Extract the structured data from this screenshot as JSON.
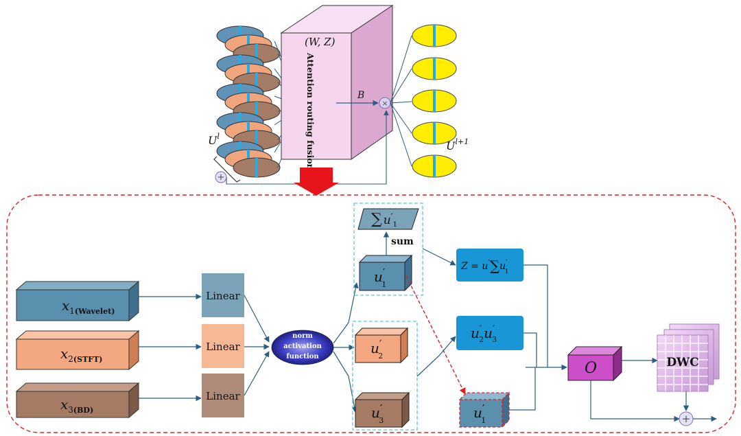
{
  "colors": {
    "capsule_blue": "#5f93b7",
    "capsule_orange": "#f0a57d",
    "capsule_brown": "#a47b64",
    "capsule_stripe": "#27a9e1",
    "output_yellow": "#ffee00",
    "attention_box": "#f5d6ee",
    "block_blue": "#5a8fae",
    "block_orange": "#f4a882",
    "block_brown": "#a57b63",
    "linear_blue": "#7ba3b8",
    "linear_orange": "#f7b896",
    "linear_brown": "#ad8b78",
    "result_blue": "#1996d6",
    "o_magenta": "#cc4ec8",
    "dashed_red": "#e02020",
    "dashed_cyan": "#5bc4ee",
    "arrow_red": "#e8141b",
    "line": "#2a5d80"
  },
  "top": {
    "wz_label": "(W, Z)",
    "attention_label": "Attention routing fusion",
    "b_label": "B",
    "multiply_symbol": "×",
    "add_symbol": "+",
    "ul_label": "U",
    "ul_sup": "l",
    "ul1_label": "U",
    "ul1_sup": "l+1"
  },
  "inputs": [
    {
      "var": "x",
      "sub": "1",
      "name": "(Wavelet)"
    },
    {
      "var": "x",
      "sub": "2",
      "name": "(STFT)"
    },
    {
      "var": "x",
      "sub": "3",
      "name": "(BD)"
    }
  ],
  "linear_label": "Linear",
  "norm": {
    "line1": "norm",
    "line2": "activation",
    "line3": "function"
  },
  "u_blocks": {
    "u1": {
      "var": "u",
      "prime": "′",
      "sub": "1"
    },
    "u2": {
      "var": "u",
      "prime": "′",
      "sub": "2"
    },
    "u3": {
      "var": "u",
      "prime": "′",
      "sub": "3"
    },
    "u1_copy": {
      "var": "u",
      "prime": "′",
      "sub": "1"
    }
  },
  "sum_box": {
    "sigma": "∑",
    "term": "u",
    "prime": "′",
    "sub": "1"
  },
  "sum_label": "sum",
  "z_box": {
    "lhs": "Z = u",
    "prime1": "′",
    "sigma": "∑",
    "term": "u",
    "prime2": "′",
    "sub": "1"
  },
  "uu_box": {
    "a": "u",
    "a_prime": "′",
    "a_sub": "2",
    "b": "u",
    "b_prime": "′",
    "b_sub": "3"
  },
  "o_label": "O",
  "dwc_label": "DWC",
  "final_add_symbol": "+"
}
